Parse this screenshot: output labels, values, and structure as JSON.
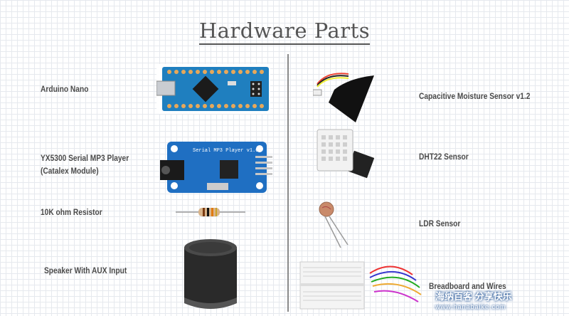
{
  "title": "Hardware Parts",
  "left_items": [
    {
      "label": "Arduino Nano",
      "icon": "arduino-nano-board"
    },
    {
      "label_line1": "YX5300 Serial MP3 Player",
      "label_line2": "(Catalex Module)",
      "icon": "mp3-module-board",
      "board_text": "Serial MP3 Player v1.0"
    },
    {
      "label": "10K ohm Resistor",
      "icon": "resistor"
    },
    {
      "label": "Speaker With AUX Input",
      "icon": "speaker"
    }
  ],
  "right_items": [
    {
      "label": "Capacitive Moisture Sensor v1.2",
      "icon": "moisture-sensor"
    },
    {
      "label": "DHT22 Sensor",
      "icon": "dht22-sensor"
    },
    {
      "label": "LDR Sensor",
      "icon": "ldr-sensor"
    },
    {
      "label": "Breadboard and Wires",
      "icon": "breadboard-wires"
    }
  ],
  "watermark": {
    "line1": "海纳百客 分享快乐",
    "line2": "www.hanabaike.com"
  },
  "colors": {
    "title": "#555555",
    "label": "#4a4a4a",
    "board_blue": "#1f7fbf",
    "divider": "#8a8a8a"
  }
}
